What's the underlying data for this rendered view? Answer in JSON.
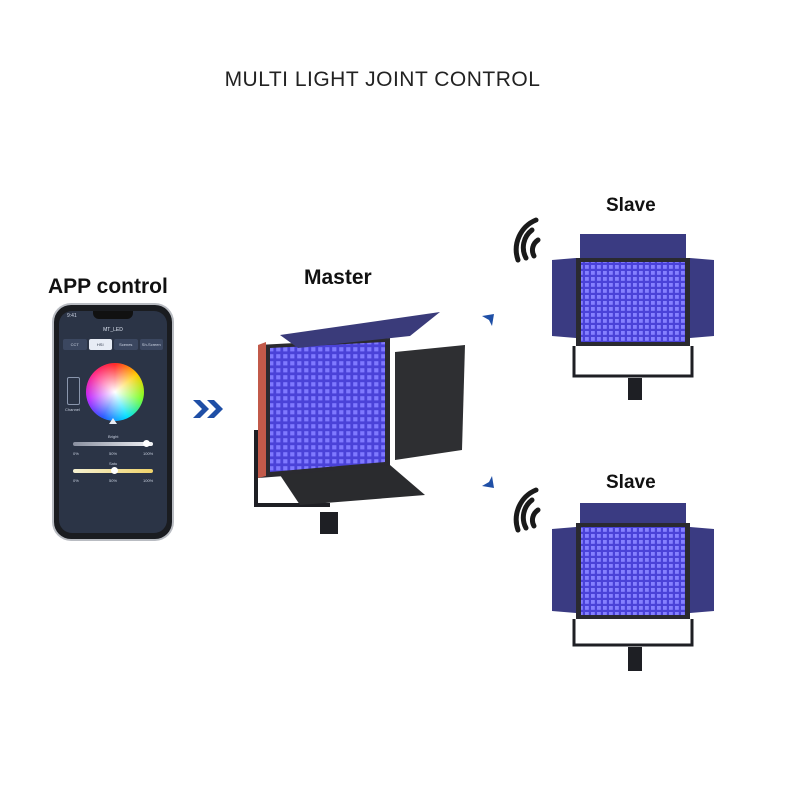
{
  "title": "MULTI LIGHT JOINT CONTROL",
  "labels": {
    "app": "APP control",
    "master": "Master",
    "slave_top": "Slave",
    "slave_bottom": "Slave"
  },
  "phone": {
    "time": "9:41",
    "device": "MT_LED",
    "tabs": [
      "CCT",
      "HSI",
      "Scenes",
      "Sh-Screen"
    ],
    "active_tab": 1,
    "side_label": "Channel",
    "slider1_label": "Bright",
    "slider1_ticks": [
      "0%",
      "50%",
      "100%"
    ],
    "slider2_label": "Satu",
    "slider2_ticks": [
      "0%",
      "50%",
      "100%"
    ]
  },
  "colors": {
    "panel_blue": "#5a52e8",
    "door": "#3b3c80",
    "frame": "#1e1f24",
    "arrow_blue": "#1f4fa6"
  }
}
